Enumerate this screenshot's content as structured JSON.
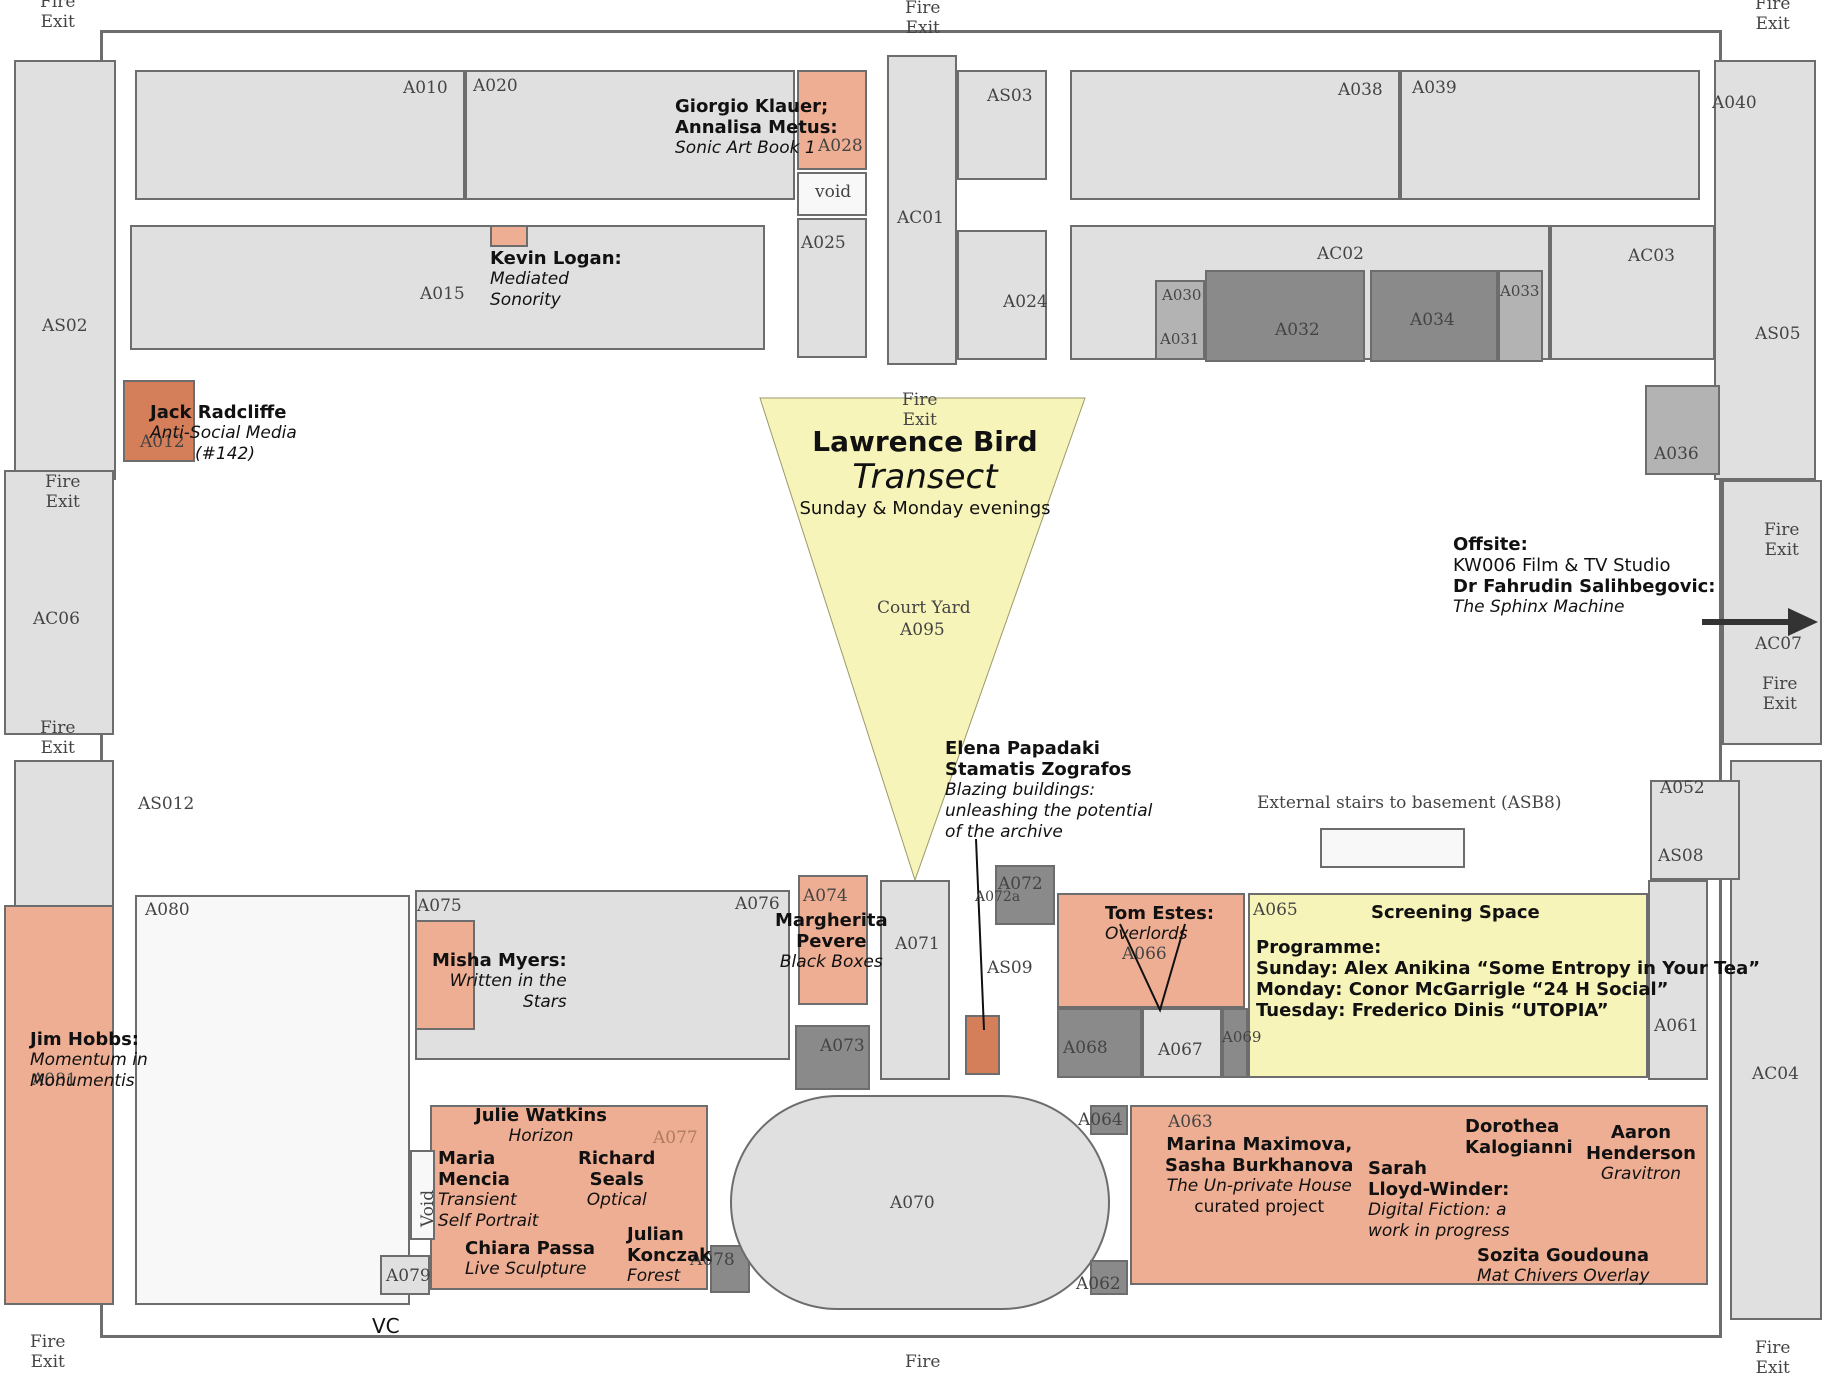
{
  "rooms": {
    "A010": "A010",
    "A020": "A020",
    "A028": "A028",
    "void_top": "void",
    "A025": "A025",
    "AC01": "AC01",
    "AS03": "AS03",
    "A038": "A038",
    "A039": "A039",
    "A040": "A040",
    "A015": "A015",
    "AS02": "AS02",
    "A024": "A024",
    "AC02": "AC02",
    "AC03": "AC03",
    "A030": "A030",
    "A031": "A031",
    "A032": "A032",
    "A034": "A034",
    "A033": "A033",
    "AS05": "AS05",
    "A012": "A012",
    "A036": "A036",
    "AC06": "AC06",
    "AC07": "AC07",
    "AS012": "AS012",
    "A052": "A052",
    "AS08": "AS08",
    "A080": "A080",
    "A075": "A075",
    "A076": "A076",
    "A074": "A074",
    "A071": "A071",
    "A072": "A072",
    "A073": "A073",
    "AS09": "AS09",
    "A065": "A065",
    "A066": "A066",
    "A067": "A067",
    "A068": "A068",
    "A069": "A069",
    "A061": "A061",
    "AC04": "AC04",
    "A077": "A077",
    "A070": "A070",
    "A064": "A064",
    "A063": "A063",
    "A078": "A078",
    "A079": "A079",
    "A062": "A062",
    "void_bottom": "Void",
    "A081": "A081",
    "A072a": "A072a"
  },
  "courtyard": {
    "name": "Court Yard",
    "code": "A095"
  },
  "fire_exit": {
    "line1": "Fire",
    "line2": "Exit"
  },
  "fire_bottom": "Fire",
  "vc": "VC",
  "external_stairs": "External stairs to basement (ASB8)",
  "exhibits": {
    "klauer": {
      "name1": "Giorgio Klauer;",
      "name2": "Annalisa Metus:",
      "work": "Sonic Art Book 1"
    },
    "logan": {
      "name": "Kevin Logan:",
      "work1": "Mediated",
      "work2": "Sonority"
    },
    "radcliffe": {
      "name": "Jack Radcliffe",
      "work1": "Anti-Social Media",
      "work2": "(#142)"
    },
    "bird": {
      "name": "Lawrence Bird",
      "work": "Transect",
      "when": "Sunday & Monday evenings"
    },
    "offsite": {
      "label": "Offsite:",
      "venue": "KW006 Film & TV Studio",
      "name": "Dr Fahrudin Salihbegovic:",
      "work": "The Sphinx Machine"
    },
    "papadaki": {
      "name1": "Elena Papadaki",
      "name2": "Stamatis Zografos",
      "work1": "Blazing buildings:",
      "work2": "unleashing the potential",
      "work3": "of the archive"
    },
    "estes": {
      "name": "Tom Estes:",
      "work": "Overlords"
    },
    "screening": {
      "title": "Screening Space",
      "programme": "Programme:",
      "rows": [
        {
          "day": "Sunday:",
          "who": "Alex Anikina",
          "what": "“Some Entropy in Your Tea”"
        },
        {
          "day": "Monday:",
          "who": "Conor McGarrigle",
          "what": "“24 H Social”"
        },
        {
          "day": "Tuesday:",
          "who": "Frederico Dinis",
          "what": "“UTOPIA”"
        }
      ]
    },
    "pevere": {
      "name1": "Margherita",
      "name2": "Pevere",
      "work": "Black Boxes"
    },
    "myers": {
      "name": "Misha Myers:",
      "work1": "Written in the",
      "work2": "Stars"
    },
    "hobbs": {
      "name": "Jim Hobbs:",
      "work1": "Momentum in",
      "work2": "Monumentis"
    },
    "watkins": {
      "name": "Julie Watkins",
      "work": "Horizon"
    },
    "mencia": {
      "name1": "Maria",
      "name2": "Mencia",
      "work1": "Transient",
      "work2": "Self Portrait"
    },
    "seals": {
      "name1": "Richard",
      "name2": "Seals",
      "work": "Optical"
    },
    "passa": {
      "name": "Chiara Passa",
      "work": "Live Sculpture"
    },
    "konczak": {
      "name1": "Julian",
      "name2": "Konczak",
      "work": "Forest"
    },
    "maximova": {
      "name1": "Marina Maximova,",
      "name2": "Sasha Burkhanova",
      "work1": "The Un-private House",
      "work2": "curated project"
    },
    "kalogianni": {
      "name1": "Dorothea",
      "name2": "Kalogianni"
    },
    "henderson": {
      "name1": "Aaron",
      "name2": "Henderson",
      "work": "Gravitron"
    },
    "lloyd": {
      "name1": "Sarah",
      "name2": "Lloyd-Winder:",
      "work1": "Digital Fiction: a",
      "work2": "work in progress"
    },
    "goudouna": {
      "name": "Sozita Goudouna",
      "work": "Mat Chivers Overlay"
    }
  },
  "colors": {
    "room": "#e0e0e0",
    "wall": "#6d6d6d",
    "service": "#8a8a8a",
    "exhibit": "#eeae93",
    "exhibit_dark": "#d47e5a",
    "highlight": "#f7f4b9"
  }
}
